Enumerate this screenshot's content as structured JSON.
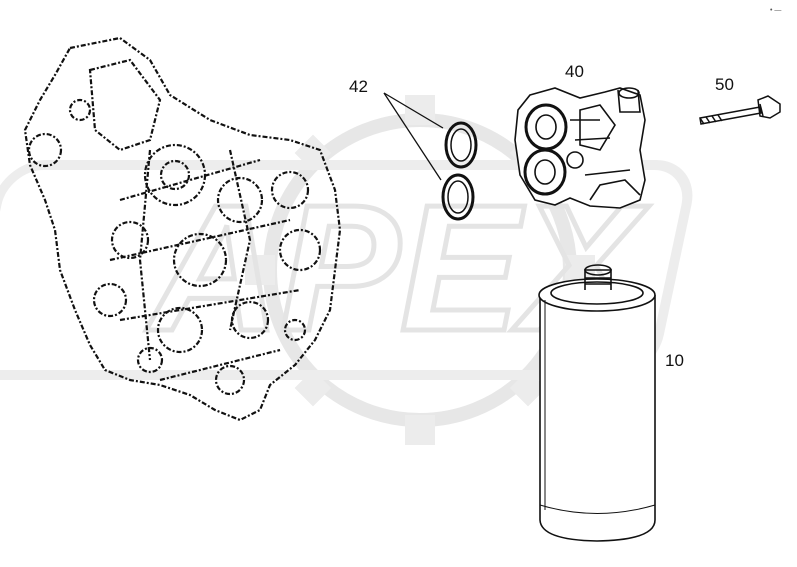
{
  "callouts": {
    "part_10": "10",
    "part_40": "40",
    "part_42": "42",
    "part_50": "50"
  },
  "watermark": {
    "text": "APEX",
    "color": "#e6e6e6"
  },
  "corner_mark": "• —",
  "colors": {
    "line": "#111111",
    "background": "#ffffff"
  }
}
